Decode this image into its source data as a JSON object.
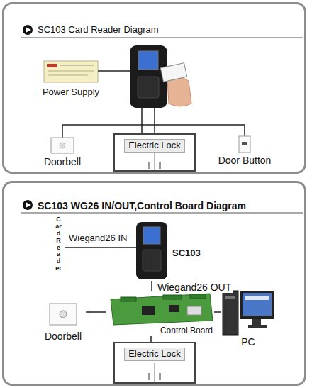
{
  "diagram": {
    "nodes": [
      {
        "text": [
          "SC103 Card Reader Diagram"
        ]
      },
      {
        "text": [
          "Power Supply"
        ],
        "in": 0
      },
      {
        "text": [
          "Doorbell"
        ],
        "in": 0
      },
      {
        "text": [
          "Electric Lock"
        ],
        "in": 0
      },
      {
        "text": [
          "Door Button"
        ],
        "in": 0
      },
      {
        "text": [
          "SC103 WG26 IN/OUT,Control Board Diagram"
        ]
      },
      {
        "text": [
          "SC103"
        ],
        "in": 5
      },
      {
        "text": [
          "Doorbell"
        ],
        "in": 5
      },
      {
        "text": [
          "Control Board"
        ],
        "in": 5
      },
      {
        "text": [
          "PC"
        ],
        "in": 5
      },
      {
        "text": [
          "Electric Lock"
        ],
        "in": 5
      }
    ],
    "edges": [
      {
        "from": 6,
        "to": 8,
        "label": "Wiegand26 OUT",
        "arrow": "none"
      },
      {
        "from": 7,
        "to": 8,
        "arrow": "none"
      },
      {
        "from": 8,
        "to": 9,
        "arrow": "none"
      },
      {
        "from": 8,
        "to": 10,
        "arrow": "none"
      }
    ],
    "labels": [
      "Card Reader",
      "Wiegand26 IN"
    ]
  }
}
